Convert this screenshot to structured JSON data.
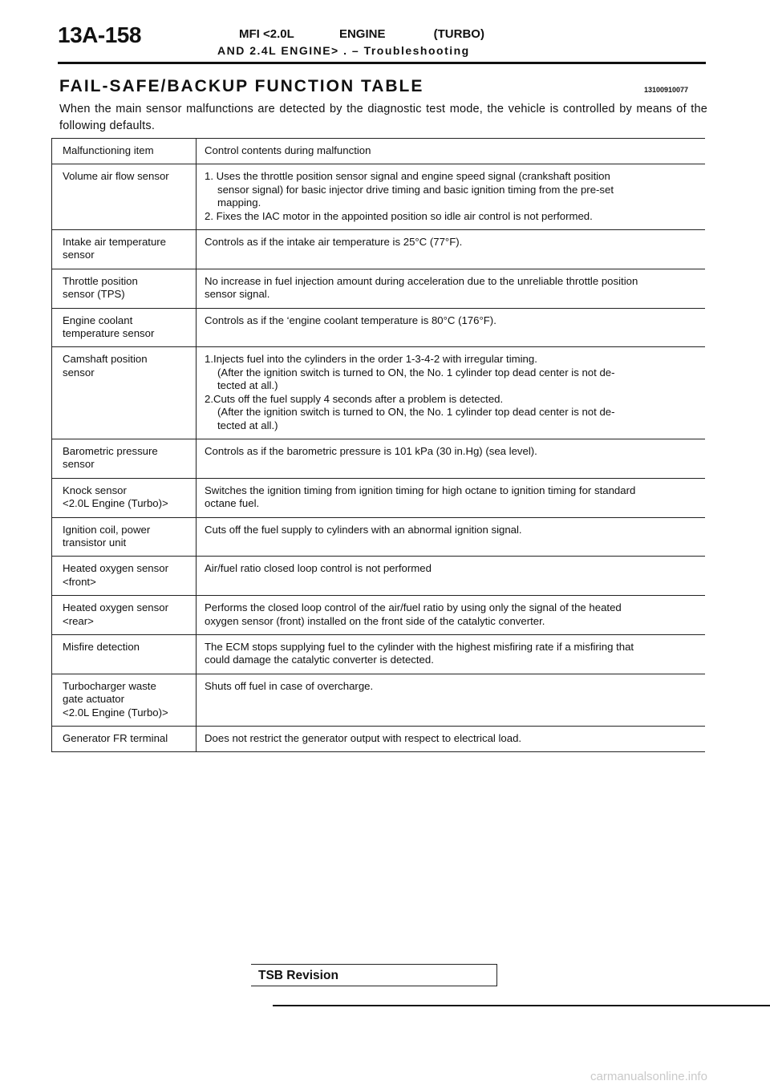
{
  "header": {
    "page_number": "13A-158",
    "line1": [
      "MFI <2.0L",
      "ENGINE",
      "(TURBO)"
    ],
    "line2": "AND 2.4L ENGINE> . – Troubleshooting"
  },
  "section": {
    "title": "FAIL-SAFE/BACKUP FUNCTION TABLE",
    "code": "13100910077",
    "intro": "When the main sensor malfunctions are detected by the diagnostic test mode, the vehicle is controlled by means of the following defaults."
  },
  "table": {
    "headers": [
      "Malfunctioning item",
      "Control contents during malfunction"
    ],
    "rows": [
      {
        "item": [
          "Volume air flow sensor"
        ],
        "control": [
          {
            "text": "1. Uses the throttle position sensor signal and engine speed signal (crankshaft position",
            "indent": false
          },
          {
            "text": "sensor signal) for basic injector drive timing and basic ignition timing from the pre-set",
            "indent": true
          },
          {
            "text": "mapping.",
            "indent": true
          },
          {
            "text": "2. Fixes the IAC motor in the appointed position so idle air control is not performed.",
            "indent": false
          }
        ]
      },
      {
        "item": [
          "Intake air temperature",
          "sensor"
        ],
        "control": [
          {
            "text": "Controls as if the intake air temperature is 25°C (77°F).",
            "indent": false
          }
        ]
      },
      {
        "item": [
          "Throttle position",
          "sensor (TPS)"
        ],
        "control": [
          {
            "text": "No increase in fuel injection amount during acceleration due to the unreliable throttle position",
            "indent": false
          },
          {
            "text": "sensor signal.",
            "indent": false
          }
        ]
      },
      {
        "item": [
          "Engine coolant",
          "temperature sensor"
        ],
        "control": [
          {
            "text": "Controls as if the ‘engine coolant temperature is 80°C (176°F).",
            "indent": false
          }
        ]
      },
      {
        "item": [
          "Camshaft position",
          "sensor"
        ],
        "control": [
          {
            "text": "1.Injects fuel into the cylinders in the order 1-3-4-2 with irregular timing.",
            "indent": false
          },
          {
            "text": "(After the ignition switch is turned to ON, the No. 1 cylinder top dead center is not de-",
            "indent": true
          },
          {
            "text": "tected at all.)",
            "indent": true
          },
          {
            "text": "2.Cuts off the fuel supply 4 seconds after a problem is detected.",
            "indent": false
          },
          {
            "text": "(After the ignition switch is turned to ON, the No. 1 cylinder top dead center is not de-",
            "indent": true
          },
          {
            "text": "tected at all.)",
            "indent": true
          }
        ]
      },
      {
        "item": [
          "Barometric pressure",
          "sensor"
        ],
        "control": [
          {
            "text": "Controls as if the barometric pressure is 101 kPa (30 in.Hg) (sea level).",
            "indent": false
          }
        ]
      },
      {
        "item": [
          "Knock sensor",
          "<2.0L Engine (Turbo)>"
        ],
        "control": [
          {
            "text": "Switches the ignition timing from ignition timing for high octane to ignition timing for standard",
            "indent": false
          },
          {
            "text": "octane fuel.",
            "indent": false
          }
        ]
      },
      {
        "item": [
          "Ignition coil, power",
          "transistor unit"
        ],
        "control": [
          {
            "text": "Cuts off the fuel supply to cylinders with an abnormal ignition signal.",
            "indent": false
          }
        ]
      },
      {
        "item": [
          "Heated oxygen sensor",
          "<front>"
        ],
        "control": [
          {
            "text": "Air/fuel ratio closed loop control is not performed",
            "indent": false
          }
        ]
      },
      {
        "item": [
          "Heated oxygen sensor",
          "<rear>"
        ],
        "control": [
          {
            "text": "Performs the closed loop control of the air/fuel ratio by using only the signal of the heated",
            "indent": false
          },
          {
            "text": "oxygen sensor (front) installed on the front side of the catalytic converter.",
            "indent": false
          }
        ]
      },
      {
        "item": [
          "Misfire detection"
        ],
        "control": [
          {
            "text": "The ECM stops supplying fuel to the cylinder with the highest misfiring rate if a misfiring that",
            "indent": false
          },
          {
            "text": "could damage the catalytic converter is detected.",
            "indent": false
          }
        ]
      },
      {
        "item": [
          "Turbocharger waste",
          "gate actuator",
          "<2.0L Engine (Turbo)>"
        ],
        "control": [
          {
            "text": "Shuts off fuel in case of overcharge.",
            "indent": false
          }
        ]
      },
      {
        "item": [
          "Generator FR terminal"
        ],
        "control": [
          {
            "text": "Does not restrict the generator output with respect to electrical load.",
            "indent": false
          }
        ]
      }
    ]
  },
  "footer": {
    "tsb_label": "TSB Revision",
    "watermark": "carmanualsonline.info"
  }
}
